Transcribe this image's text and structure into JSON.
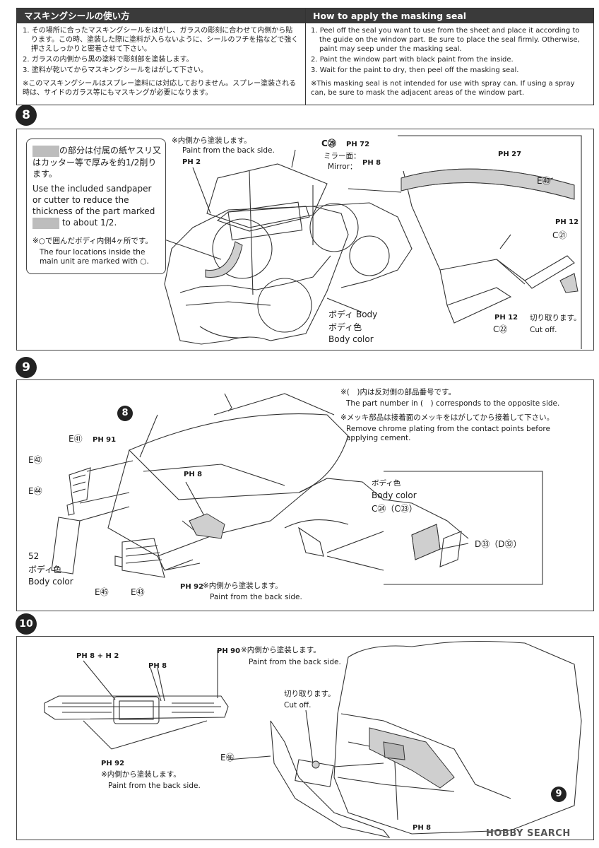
{
  "seal": {
    "jp_title": "マスキングシールの使い方",
    "en_title": "How to apply the masking seal",
    "jp_steps": [
      "1. その場所に合ったマスキングシールをはがし、ガラスの彫刻に合わせて内側から貼ります。この時、塗装した際に塗料が入らないように、シールのフチを指などで強く押さえしっかりと密着させて下さい。",
      "2. ガラスの内側から黒の塗料で彫刻部を塗装します。",
      "3. 塗料が乾いてからマスキングシールをはがして下さい。"
    ],
    "jp_note": "※このマスキングシールはスプレー塗料には対応しておりません。スプレー塗装される時は、サイドのガラス等にもマスキングが必要になります。",
    "en_steps": [
      "1. Peel off the seal you want to use from the sheet and place it according to the guide on the window part. Be sure to place the seal firmly. Otherwise, paint may seep under the masking seal.",
      "2. Paint the window part with black paint from the inside.",
      "3. Wait for the paint to dry, then peel off the masking seal."
    ],
    "en_note": "※This masking seal is not intended for use with spray can. If using a spray can, be sure to mask the adjacent areas of the window part."
  },
  "step8": {
    "number": "8",
    "box": {
      "jp1": "の部分は付属の紙ヤスリ又はカッター等で厚みを約1/2削ります。",
      "en1a": "Use the included sandpaper or cutter to reduce the thickness of the part marked",
      "en1b": "to about 1/2.",
      "jp2": "※○で囲んだボディ内側4ヶ所です。",
      "en2": "The four locations inside the main unit are marked with ○."
    },
    "back_jp": "※内側から塗装します。",
    "back_en": "Paint from the back side.",
    "ph2": "PH 2",
    "c29": "C㉙",
    "ph72": "PH 72",
    "mirror_jp": "ミラー面：",
    "mirror_en": "Mirror：",
    "ph8": "PH 8",
    "body_jp": "ボディ Body",
    "bodycolor_jp": "ボディ色",
    "bodycolor_en": "Body color",
    "ph27": "PH 27",
    "e40": "E㊵",
    "ph12a": "PH 12",
    "c21": "C㉑",
    "ph12b": "PH 12",
    "c22": "C㉒",
    "cutoff_jp": "切り取ります。",
    "cutoff_en": "Cut off."
  },
  "step9": {
    "number": "9",
    "sub_badge": "8",
    "note1_jp": "※(　)内は反対側の部品番号です。",
    "note1_en": "The part number in (　) corresponds to the opposite side.",
    "note2_jp": "※メッキ部品は接着面のメッキをはがしてから接着して下さい。",
    "note2_en": "Remove chrome plating from the contact points before applying cement.",
    "e41": "E㊶",
    "ph91": "PH 91",
    "e42": "E㊷",
    "e44": "E㊹",
    "p52": "52",
    "bodycolor_jp": "ボディ色",
    "bodycolor_en": "Body color",
    "e45": "E㊺",
    "e43": "E㊸",
    "ph92": "PH 92",
    "back_jp": "※内側から塗装します。",
    "back_en": "Paint from the back side.",
    "ph8": "PH 8",
    "mirror_bodycolor_jp": "ボディ色",
    "mirror_bodycolor_en": "Body color",
    "c24": "C㉔（C㉓）",
    "d33": "D㉝（D㉜）"
  },
  "step10": {
    "number": "10",
    "ph8h2": "PH 8 + H 2",
    "ph8": "PH 8",
    "ph90": "PH 90",
    "back_jp": "※内側から塗装します。",
    "back_en": "Paint from the back side.",
    "cutoff_jp": "切り取ります。",
    "cutoff_en": "Cut off.",
    "e46": "E㊻",
    "ph92": "PH 92",
    "back2_jp": "※内側から塗装します。",
    "back2_en": "Paint from the back side.",
    "ph8b": "PH 8",
    "sub_badge": "9"
  },
  "watermark": "HOBBY SEARCH"
}
